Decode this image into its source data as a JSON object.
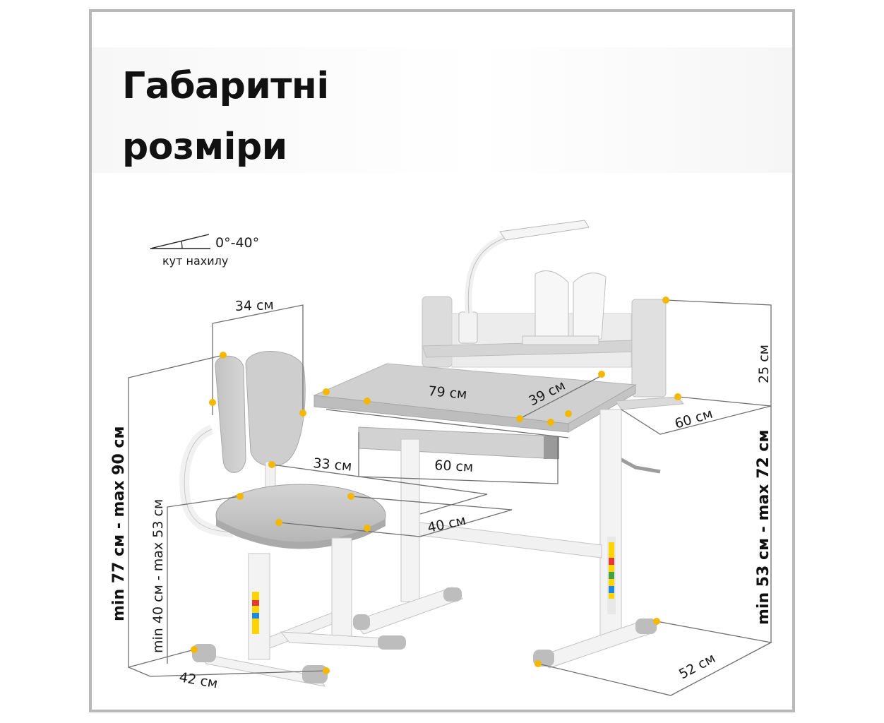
{
  "title": {
    "line1": "Габаритні",
    "line2": "розміри"
  },
  "tilt": {
    "value": "0°-40°",
    "label": "кут нахилу"
  },
  "dimensions": {
    "chair_back_width": "34 см",
    "chair_height_range": "min 77 см - max 90 см",
    "seat_height_range": "min 40 см - max 53 см",
    "chair_base_width": "42 см",
    "seat_depth": "33 см",
    "seat_width": "40 см",
    "desk_width": "79 см",
    "desk_depth": "39 см",
    "drawer_width": "60 см",
    "shelf_height": "25 см",
    "shelf_width": "60 см",
    "desk_height_range": "min 53 см - max 72 см",
    "desk_base_depth": "52 см"
  },
  "colors": {
    "marker": "#f5b800",
    "frame": "#b9b9b9",
    "furniture": "#c9c9c9",
    "lines": "#6f6f6f"
  }
}
